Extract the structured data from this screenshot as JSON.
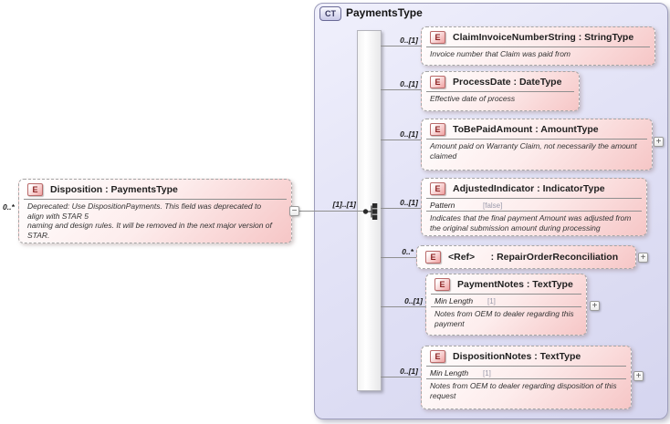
{
  "icons": {
    "collapse": "−",
    "expand": "+"
  },
  "complex_type": {
    "badge": "CT",
    "title": "PaymentsType"
  },
  "root": {
    "badge": "E",
    "label": "Disposition : PaymentsType",
    "cardinality": "0..*",
    "connector_label": "[1]..[1]",
    "annotation": "Deprecated: Use DispositionPayments.  This field was deprecated to\nalign with STAR 5\nnaming and design rules.  It will be removed in the next major version of\nSTAR."
  },
  "children": [
    {
      "badge": "E",
      "label": "ClaimInvoiceNumberString : StringType",
      "cardinality": "0..[1]",
      "annotation": "Invoice number that Claim was paid from"
    },
    {
      "badge": "E",
      "label": "ProcessDate : DateType",
      "cardinality": "0..[1]",
      "annotation": "Effective date of process"
    },
    {
      "badge": "E",
      "label": "ToBePaidAmount : AmountType",
      "cardinality": "0..[1]",
      "annotation": "Amount paid on Warranty Claim, not necessarily the amount\nclaimed"
    },
    {
      "badge": "E",
      "label": "AdjustedIndicator : IndicatorType",
      "cardinality": "0..[1]",
      "facet": {
        "name": "Pattern",
        "value": "[false]"
      },
      "annotation": "Indicates that the final payment Amount was adjusted from\nthe original submission amount during processing"
    },
    {
      "badge": "E",
      "label": "<Ref>      : RepairOrderReconciliation",
      "cardinality": "0..*"
    },
    {
      "badge": "E",
      "label": "PaymentNotes : TextType",
      "cardinality": "0..[1]",
      "facet": {
        "name": "Min Length",
        "value": "[1]"
      },
      "annotation": "Notes from OEM to dealer regarding this\npayment"
    },
    {
      "badge": "E",
      "label": "DispositionNotes : TextType",
      "cardinality": "0..[1]",
      "facet": {
        "name": "Min Length",
        "value": "[1]"
      },
      "annotation": "Notes from OEM to dealer regarding disposition of this\nrequest"
    }
  ]
}
